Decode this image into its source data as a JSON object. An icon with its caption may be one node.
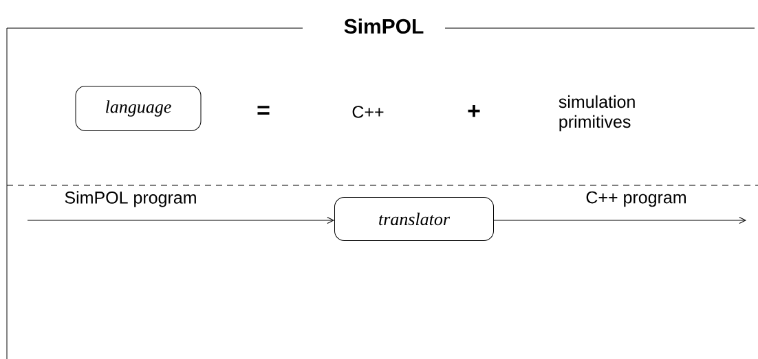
{
  "diagram": {
    "title": "SimPOL",
    "nodes": [
      {
        "text": [
          "language"
        ]
      },
      {
        "text": [
          "translator"
        ]
      }
    ],
    "edges": [
      {
        "from": null,
        "to": 1,
        "arrow": "to",
        "label": "SimPOL program"
      },
      {
        "from": 1,
        "to": null,
        "arrow": "to",
        "label": "C++ program"
      }
    ],
    "labels": [
      "=",
      "C++",
      "+",
      "simulation primitives"
    ]
  }
}
